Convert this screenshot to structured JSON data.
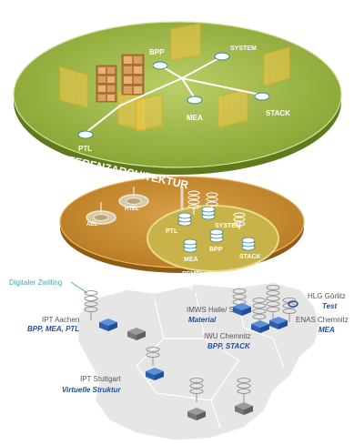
{
  "top_platform": {
    "title": "REFERENZARCHITEKTUR",
    "nodes": [
      "BPP",
      "SYSTEM",
      "MEA",
      "STACK",
      "PTL"
    ]
  },
  "middle_platform": {
    "title": "TECHNOLOGIEBAUKASTEN",
    "inner_ring_label": "PEMEL",
    "nodes": [
      "AEL",
      "HTEL",
      "PTL",
      "SYSTEM",
      "MEA",
      "BPP",
      "STACK"
    ]
  },
  "map": {
    "digital_twin_label": "Digitaler Zwilling",
    "sites": [
      {
        "name": "IPT Aachen",
        "topic": "BPP, MEA, PTL"
      },
      {
        "name": "IMWS Halle/ S.",
        "topic": "Material"
      },
      {
        "name": "HLG Görlitz",
        "topic": "Test"
      },
      {
        "name": "IWU Chemnitz",
        "topic": "BPP, STACK"
      },
      {
        "name": "ENAS Chemnitz",
        "topic": "MEA"
      },
      {
        "name": "IPT Stuttgart",
        "topic": "Virtuelle Struktur"
      }
    ]
  },
  "colors": {
    "top_fill": "#8ea83a",
    "top_edge": "#6b8a25",
    "mid_fill": "#c98a2a",
    "mid_edge": "#a86e1a",
    "site_text": "#555555",
    "topic_text": "#1f4e9c",
    "twin_text": "#4aa3b8",
    "map_fill": "#e6e6e6"
  }
}
